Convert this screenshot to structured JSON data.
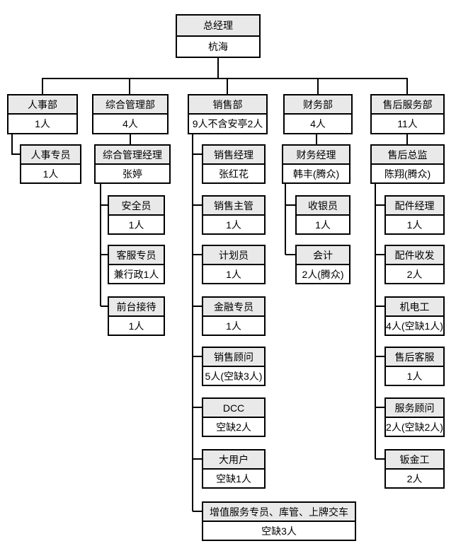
{
  "colors": {
    "background": "#ffffff",
    "node_header_fill": "#e9e9e9",
    "node_body_fill": "#ffffff",
    "border": "#000000"
  },
  "org": {
    "root": {
      "title": "总经理",
      "person": "杭海"
    },
    "branches": [
      {
        "dept": {
          "title": "人事部",
          "count": "1人"
        },
        "children": [
          {
            "title": "人事专员",
            "count": "1人"
          }
        ]
      },
      {
        "dept": {
          "title": "综合管理部",
          "count": "4人"
        },
        "manager": {
          "title": "综合管理经理",
          "count": "张婷"
        },
        "children": [
          {
            "title": "安全员",
            "count": "1人"
          },
          {
            "title": "客服专员",
            "count": "兼行政1人"
          },
          {
            "title": "前台接待",
            "count": "1人"
          }
        ]
      },
      {
        "dept": {
          "title": "销售部",
          "count": "9人不含安亭2人"
        },
        "children": [
          {
            "title": "销售经理",
            "count": "张红花"
          },
          {
            "title": "销售主管",
            "count": "1人"
          },
          {
            "title": "计划员",
            "count": "1人"
          },
          {
            "title": "金融专员",
            "count": "1人"
          },
          {
            "title": "销售顾问",
            "count": "5人(空缺3人)"
          },
          {
            "title": "DCC",
            "count": "空缺2人"
          },
          {
            "title": "大用户",
            "count": "空缺1人"
          },
          {
            "title": "增值服务专员、库管、上牌交车",
            "count": "空缺3人"
          }
        ]
      },
      {
        "dept": {
          "title": "财务部",
          "count": "4人"
        },
        "manager": {
          "title": "财务经理",
          "count": "韩丰(腾众)"
        },
        "children": [
          {
            "title": "收银员",
            "count": "1人"
          },
          {
            "title": "会计",
            "count": "2人(腾众)"
          }
        ]
      },
      {
        "dept": {
          "title": "售后服务部",
          "count": "11人"
        },
        "manager": {
          "title": "售后总监",
          "count": "陈翔(腾众)"
        },
        "children": [
          {
            "title": "配件经理",
            "count": "1人"
          },
          {
            "title": "配件收发",
            "count": "2人"
          },
          {
            "title": "机电工",
            "count": "4人(空缺1人)"
          },
          {
            "title": "售后客服",
            "count": "1人"
          },
          {
            "title": "服务顾问",
            "count": "2人(空缺2人)"
          },
          {
            "title": "钣金工",
            "count": "2人"
          }
        ]
      }
    ]
  }
}
